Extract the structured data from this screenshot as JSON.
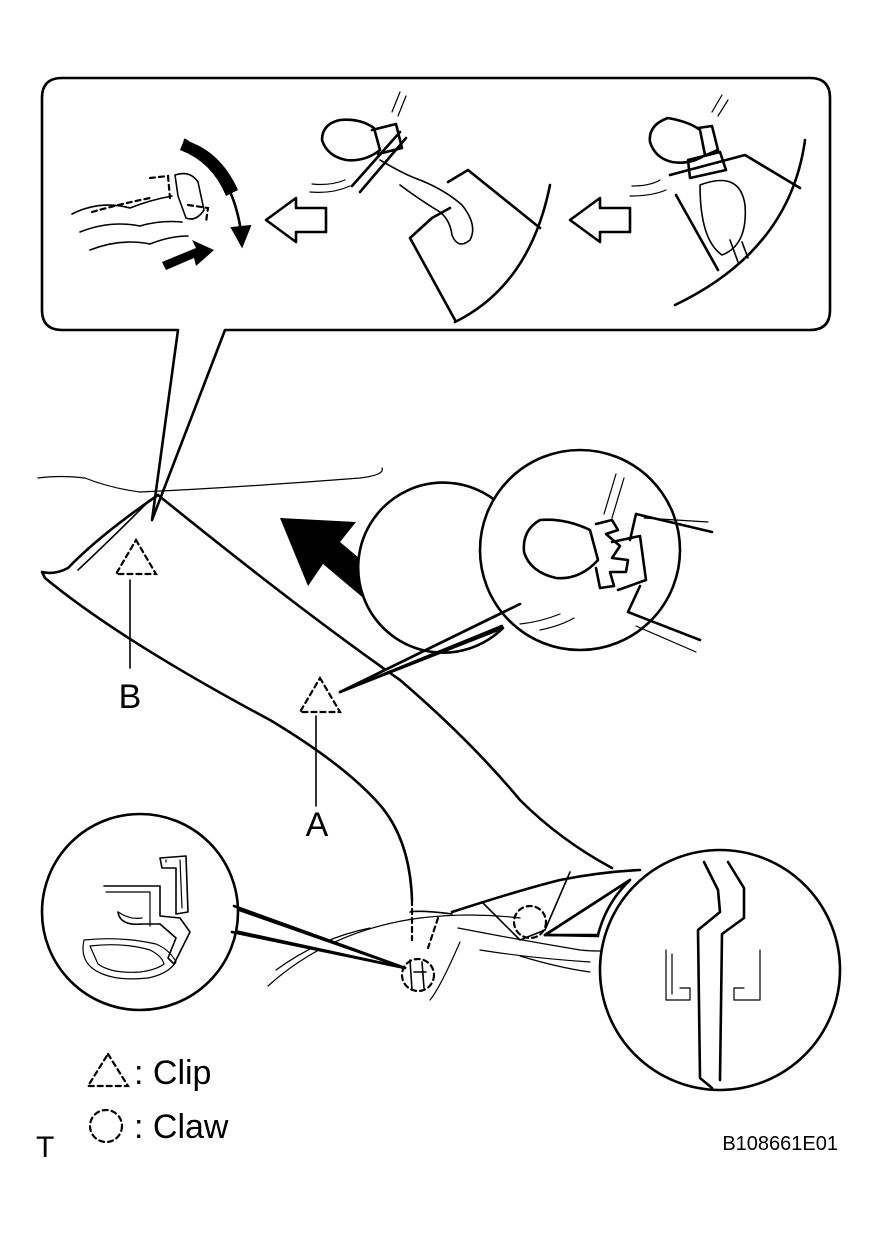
{
  "labels": {
    "point_a": "A",
    "point_b": "B",
    "corner_mark": "T",
    "figure_code": "B108661E01"
  },
  "legend": {
    "clip": ": Clip",
    "claw": ": Claw"
  },
  "icons": {
    "clip": "dashed-triangle-icon",
    "claw": "dashed-circle-icon",
    "direction": "arrow-icon"
  },
  "colors": {
    "ink": "#000000",
    "paper": "#ffffff"
  }
}
